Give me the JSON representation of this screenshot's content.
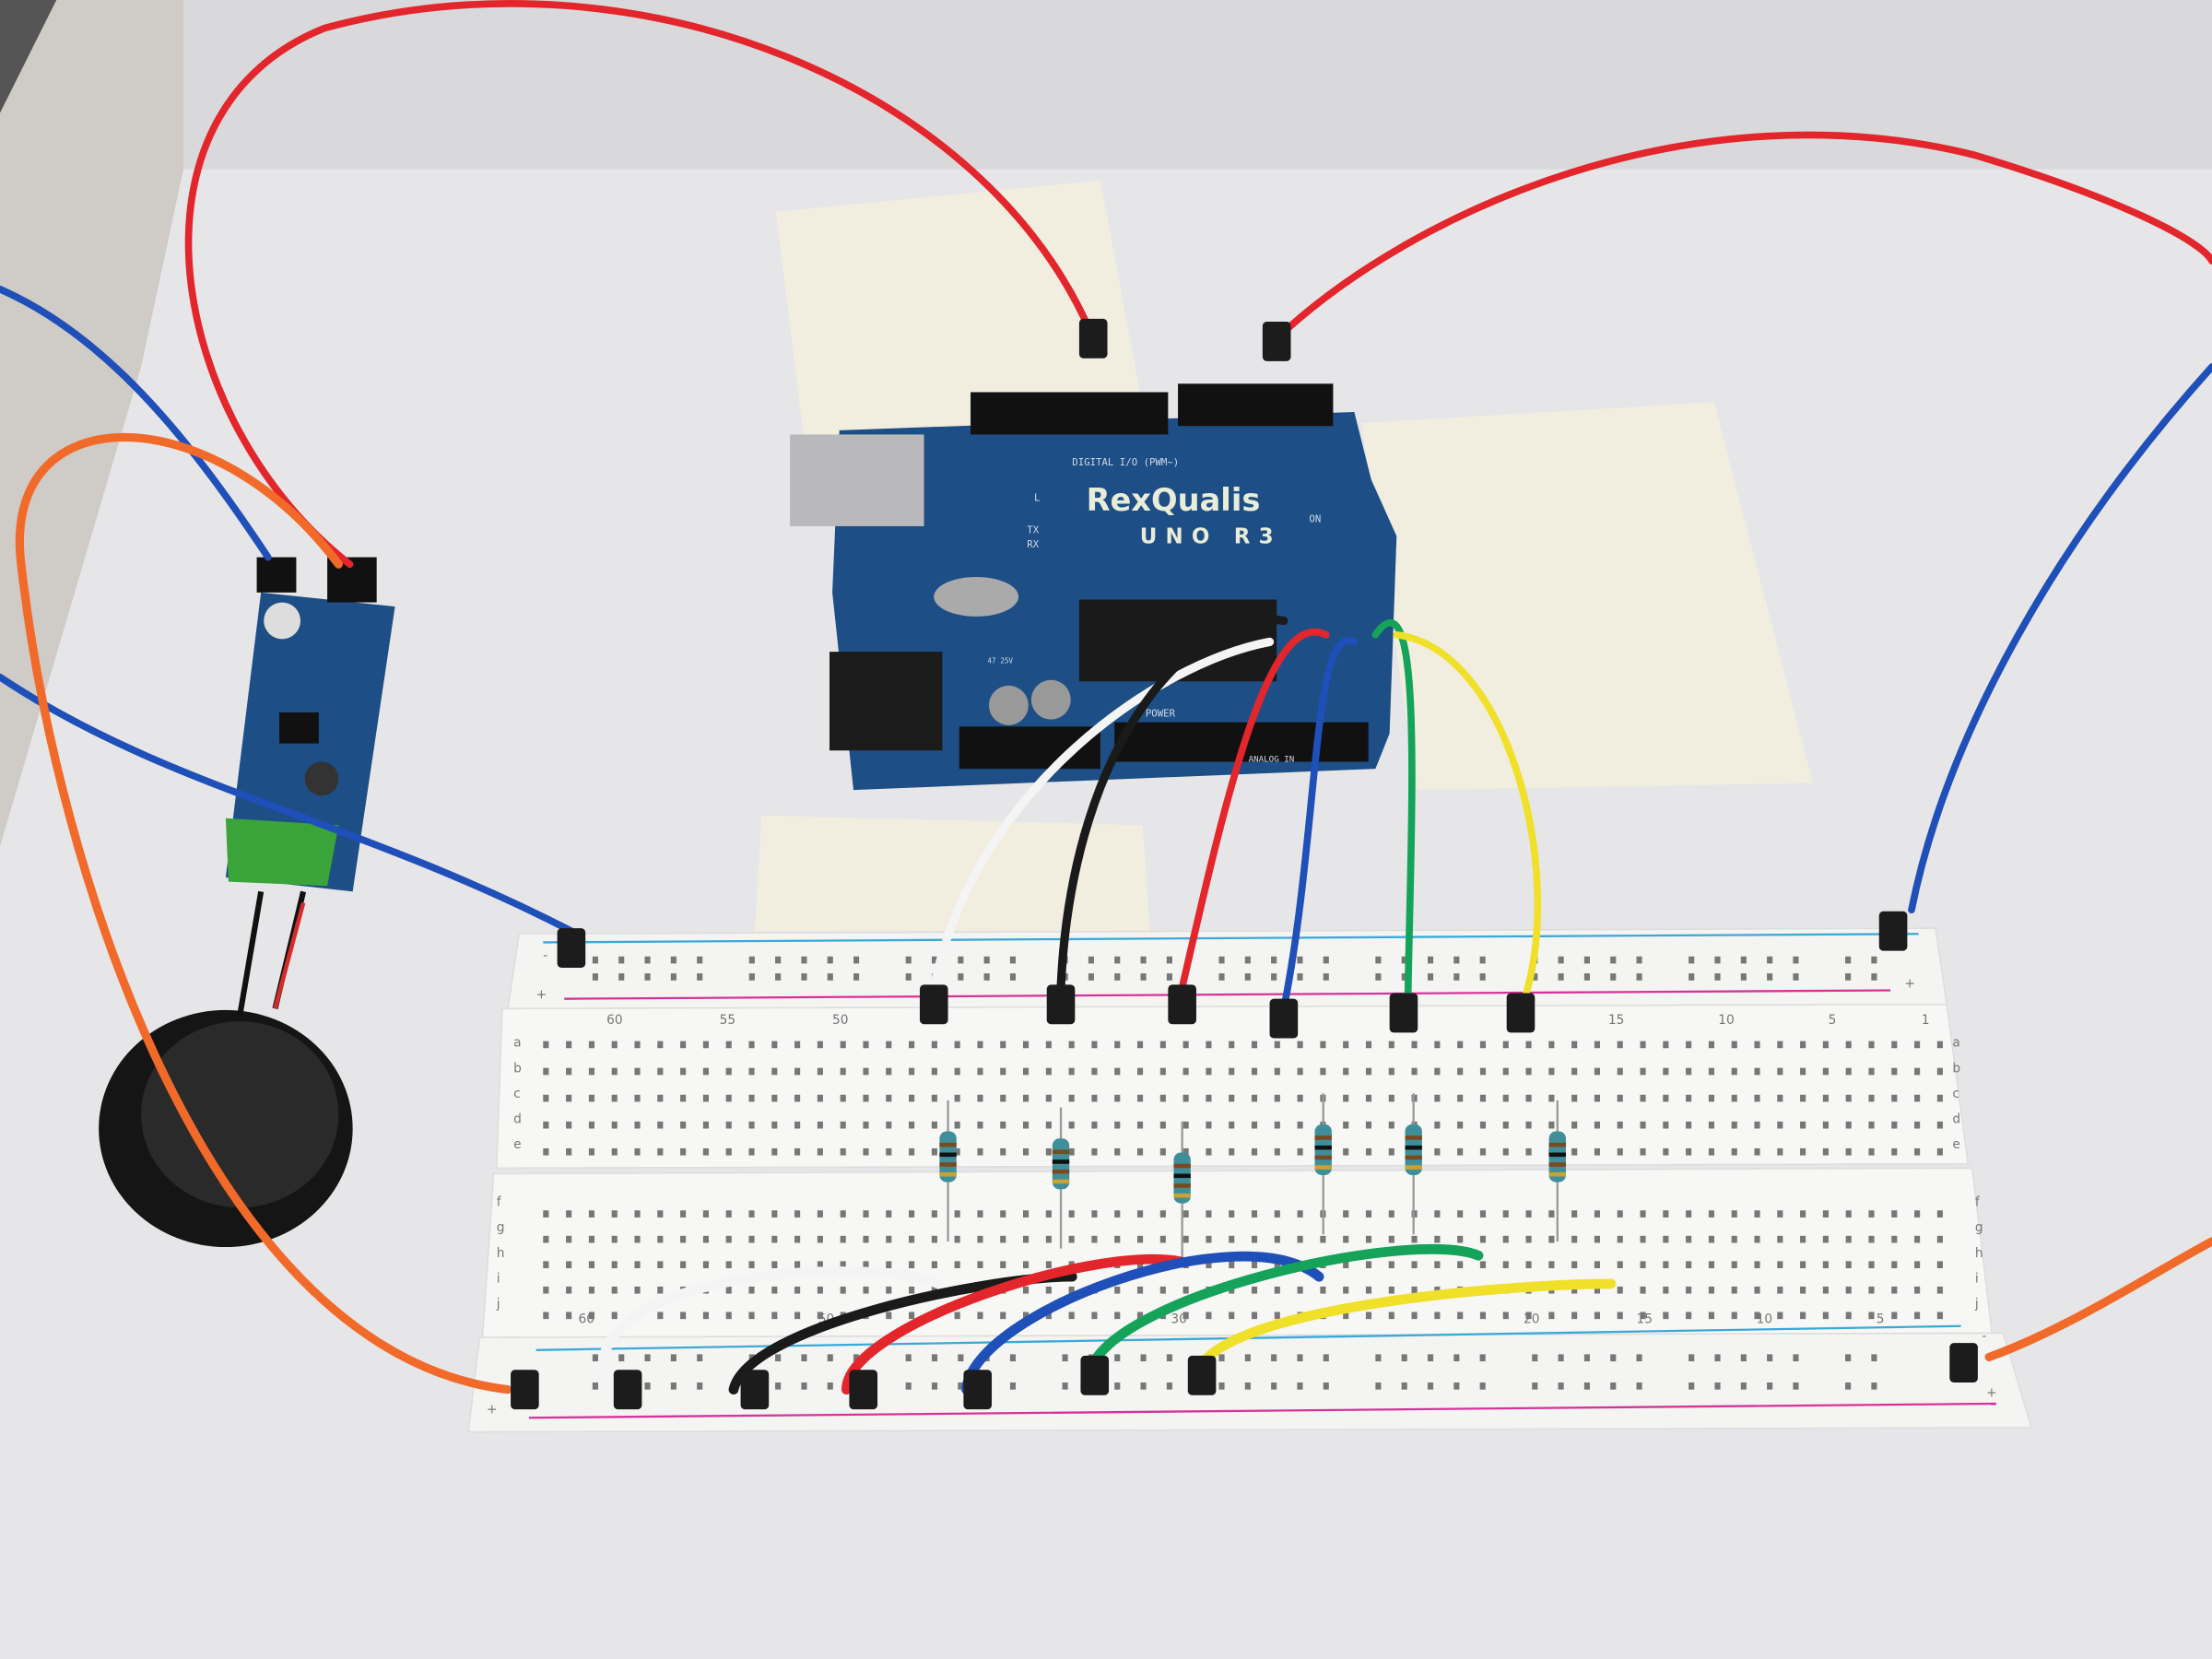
{
  "board": {
    "brand": "RexQualis",
    "model": "UNO R3",
    "digital_label": "DIGITAL I/O (PWM~)",
    "power_label": "POWER",
    "analog_label": "ANALOG IN",
    "on_label": "ON",
    "tx_label": "TX",
    "rx_label": "RX",
    "l_label": "L",
    "capacitor_text": "47 25V"
  },
  "breadboard": {
    "top_numbers": [
      "60",
      "55",
      "50",
      "15",
      "10",
      "5",
      "1"
    ],
    "bottom_numbers": [
      "60",
      "50",
      "30",
      "20",
      "15",
      "10",
      "5"
    ],
    "rows_top": [
      "a",
      "b",
      "c",
      "d",
      "e"
    ],
    "rows_bottom": [
      "f",
      "g",
      "h",
      "i",
      "j"
    ],
    "rail_plus": "+",
    "rail_minus": "-"
  },
  "colors": {
    "board_blue": "#1d4f86",
    "wire_red": "#e3262b",
    "wire_blue": "#1f4fb8",
    "wire_orange": "#f26a2a",
    "wire_green": "#15a35a",
    "wire_yellow": "#f0e02a",
    "wire_white": "#f4f4f4",
    "wire_black": "#1a1a1a",
    "breadboard": "#f4f4f2"
  }
}
